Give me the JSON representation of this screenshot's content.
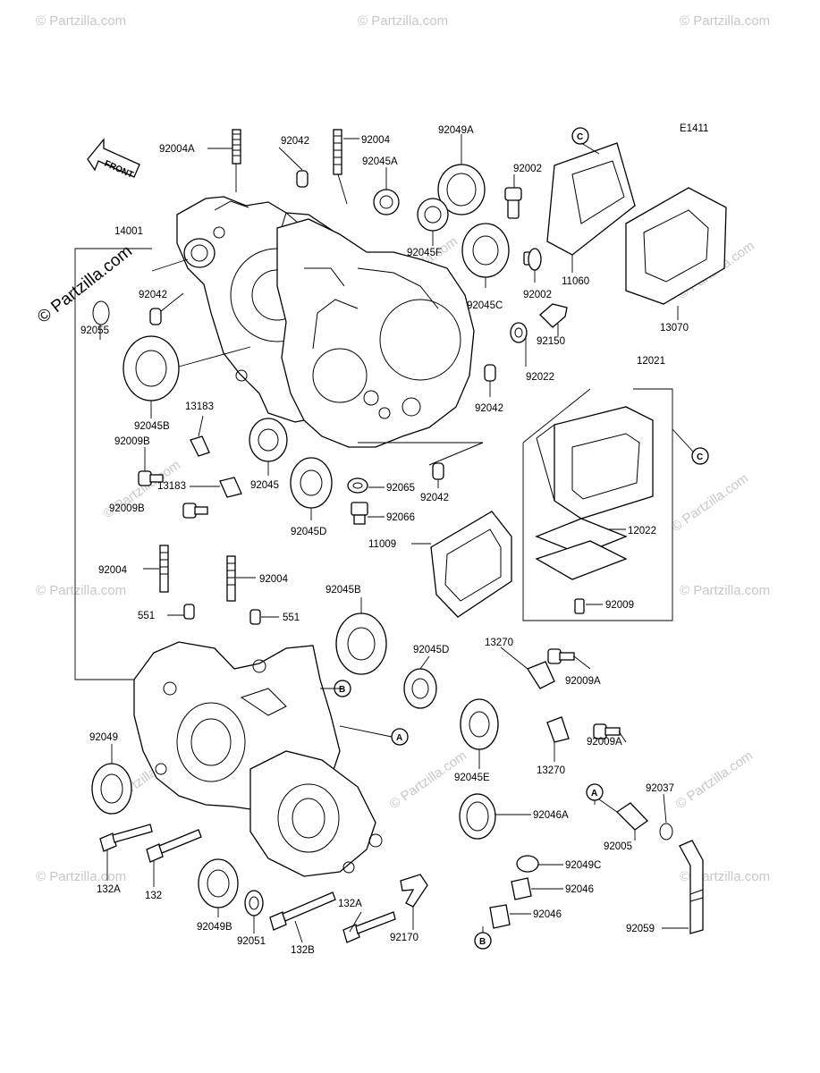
{
  "figure_code": "E1411",
  "front_label": "FRONT",
  "watermark": "© Partzilla.com",
  "callout_letters": {
    "a": "A",
    "b": "B",
    "c": "C"
  },
  "labels": {
    "p92004A": "92004A",
    "p92042_top": "92042",
    "p92004_top": "92004",
    "p92049A": "92049A",
    "p92045A": "92045A",
    "p92002_a": "92002",
    "p14001": "14001",
    "p92045F": "92045F",
    "p11060": "11060",
    "p92042_left": "92042",
    "p92045C": "92045C",
    "p92002_b": "92002",
    "p13070": "13070",
    "p92055": "92055",
    "p92150": "92150",
    "p92022": "92022",
    "p12021": "12021",
    "p92042_mid": "92042",
    "p92045B_top": "92045B",
    "p13183_a": "13183",
    "p92009B_a": "92009B",
    "p13183_b": "13183",
    "p92045": "92045",
    "p92065": "92065",
    "p92042_low": "92042",
    "p92009B_b": "92009B",
    "p92066": "92066",
    "p92045D_top": "92045D",
    "p11009": "11009",
    "p12022": "12022",
    "p92004_l": "92004",
    "p92004_r": "92004",
    "p92045B_low": "92045B",
    "p92009": "92009",
    "p551_a": "551",
    "p551_b": "551",
    "p13270_a": "13270",
    "p92045D_low": "92045D",
    "p92009A_a": "92009A",
    "p92049": "92049",
    "p92009A_b": "92009A",
    "p13270_b": "13270",
    "p92045E": "92045E",
    "p92037": "92037",
    "p92046A": "92046A",
    "p92005": "92005",
    "p132A_a": "132A",
    "p132": "132",
    "p92049C": "92049C",
    "p92046_a": "92046",
    "p92059": "92059",
    "p92046_b": "92046",
    "p132A_b": "132A",
    "p92049B": "92049B",
    "p92051": "92051",
    "p132B": "132B",
    "p92170": "92170"
  }
}
